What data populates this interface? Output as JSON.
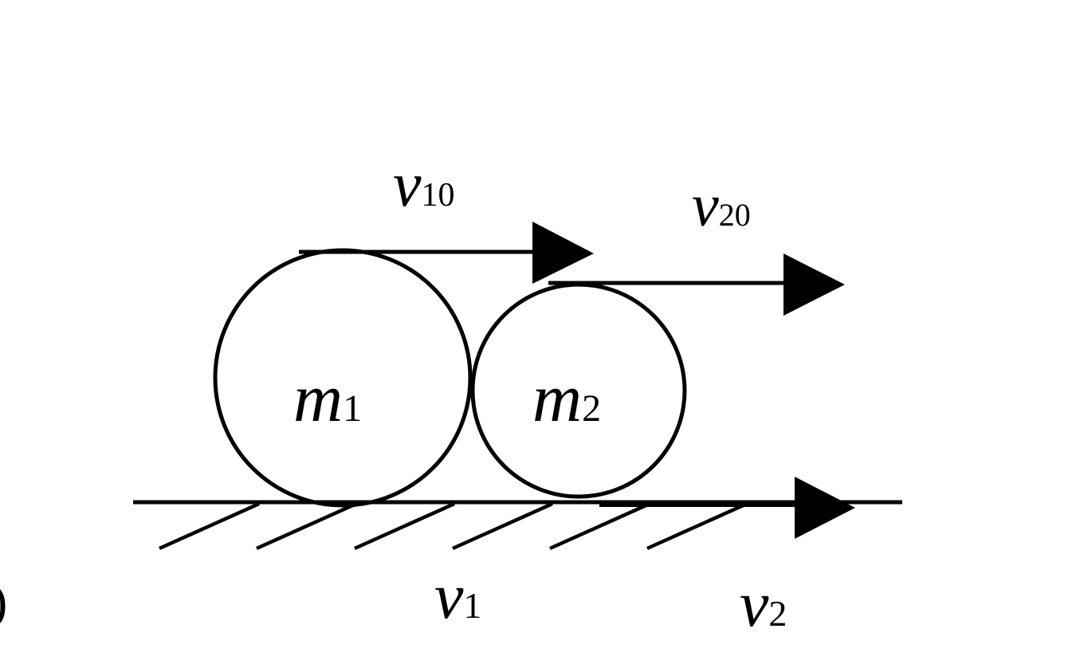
{
  "labels": {
    "m1": {
      "main": "m",
      "sub": "1"
    },
    "m2": {
      "main": "m",
      "sub": "2"
    },
    "v10": {
      "main": "v",
      "sub": "10"
    },
    "v20": {
      "main": "v",
      "sub": "20"
    },
    "v1": {
      "main": "v",
      "sub": "1"
    },
    "v2": {
      "main": "v",
      "sub": "2"
    }
  },
  "cropped_edge_text": ")",
  "colors": {
    "ink": "#000000",
    "background": "#ffffff"
  }
}
